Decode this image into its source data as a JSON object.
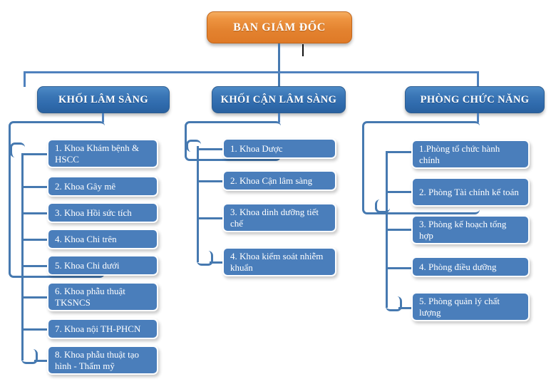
{
  "chart": {
    "type": "org-chart",
    "title": "BAN GIÁM ĐỐC",
    "root": {
      "label": "BAN GIÁM ĐỐC",
      "color": "#E3822F",
      "text_color": "#FFFFFF"
    },
    "branch_color": "#3A76B6",
    "leaf_color": "#4A7EBB",
    "connector_color": "#4679B0",
    "branches": [
      {
        "label": "KHỐI LÂM SÀNG",
        "children": [
          {
            "label": "1. Khoa Khám bệnh & HSCC"
          },
          {
            "label": "2. Khoa Gây mê"
          },
          {
            "label": "3. Khoa Hồi sức tích"
          },
          {
            "label": "4. Khoa Chi trên"
          },
          {
            "label": "5. Khoa Chi dưới"
          },
          {
            "label": "6. Khoa phẫu thuật TKSNCS"
          },
          {
            "label": "7. Khoa nội TH-PHCN"
          },
          {
            "label": "8. Khoa phẫu thuật tạo hình - Thẩm mỹ"
          }
        ]
      },
      {
        "label": "KHỐI CẬN LÂM SÀNG",
        "children": [
          {
            "label": "1. Khoa Dược"
          },
          {
            "label": "2. Khoa Cận lâm sàng"
          },
          {
            "label": "3. Khoa dinh dưỡng tiết chế"
          },
          {
            "label": "4. Khoa kiểm soát nhiễm khuẩn"
          }
        ]
      },
      {
        "label": "PHÒNG CHỨC NĂNG",
        "children": [
          {
            "label": "1.Phòng tổ chức hành chính"
          },
          {
            "label": "2. Phòng Tài chính kế toán"
          },
          {
            "label": "3. Phòng kế hoạch tổng hợp"
          },
          {
            "label": "4. Phòng điều dưỡng"
          },
          {
            "label": "5. Phòng quản lý chất lượng"
          }
        ]
      }
    ]
  }
}
